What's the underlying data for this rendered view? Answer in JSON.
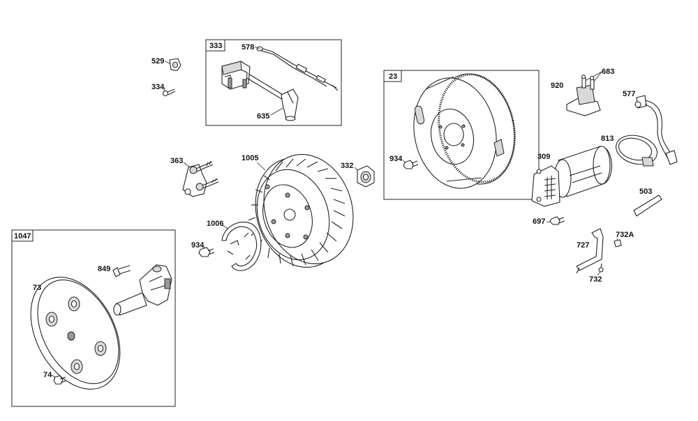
{
  "diagram": {
    "boxes": {
      "box333": "333",
      "box23": "23",
      "box1047": "1047"
    },
    "labels": {
      "p529": "529",
      "p334": "334",
      "p578": "578",
      "p635": "635",
      "p363": "363",
      "p1005": "1005",
      "p332": "332",
      "p934a": "934",
      "p934b": "934",
      "p1006": "1006",
      "p920": "920",
      "p683": "683",
      "p577": "577",
      "p813": "813",
      "p309": "309",
      "p503": "503",
      "p697": "697",
      "p727": "727",
      "p732A": "732A",
      "p732": "732",
      "p849": "849",
      "p73": "73",
      "p74": "74"
    }
  }
}
